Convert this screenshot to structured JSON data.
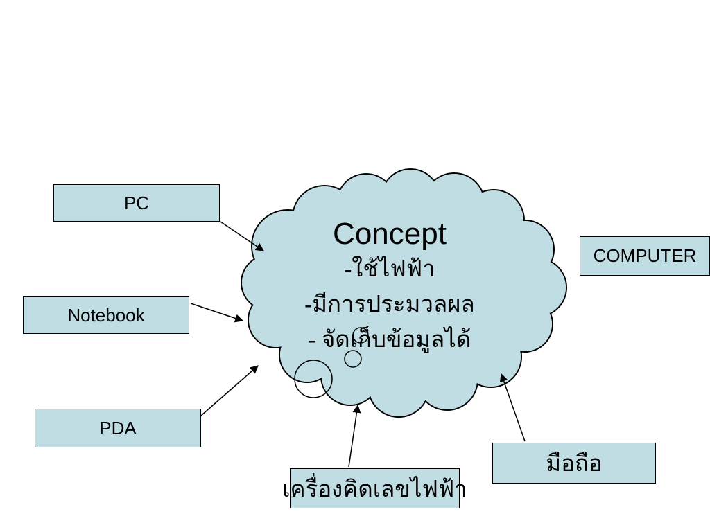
{
  "slide": {
    "background_color": "#ffffff",
    "shape_fill_color": "#bfdde2",
    "outline_color": "#000000"
  },
  "cloud": {
    "title": "Concept",
    "lines": [
      "-ใช้ไฟฟ้า",
      "-มีการประมวลผล",
      "- จัดเก็บข้อมูลได้"
    ]
  },
  "boxes": [
    {
      "id": "pc",
      "label": "PC"
    },
    {
      "id": "notebook",
      "label": "Notebook"
    },
    {
      "id": "pda",
      "label": "PDA"
    },
    {
      "id": "computer",
      "label": "COMPUTER"
    },
    {
      "id": "mobile",
      "label": "มือถือ"
    },
    {
      "id": "calc",
      "label": "เครื่องคิดเลขไฟฟ้า"
    }
  ]
}
